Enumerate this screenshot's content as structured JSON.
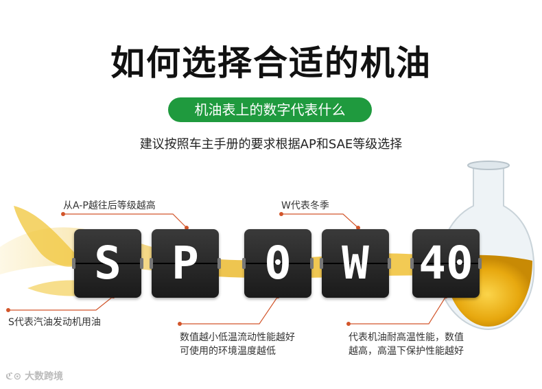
{
  "title": "如何选择合适的机油",
  "pill": "机油表上的数字代表什么",
  "subtitle": "建议按照车主手册的要求根据AP和SAE等级选择",
  "cards": [
    "S",
    "P",
    "0",
    "W",
    "40"
  ],
  "labels": {
    "api_grade": "从A-P越往后等级越高",
    "w_meaning": "W代表冬季",
    "s_meaning": "S代表汽油发动机用油",
    "low_temp_1": "数值越小低温流动性能越好",
    "low_temp_2": "可使用的环境温度越低",
    "high_temp_1": "代表机油耐高温性能，数值",
    "high_temp_2": "越高，高温下保护性能越好"
  },
  "watermark": "大数跨境",
  "colors": {
    "accent_green": "#1f9a3e",
    "oil_gold": "#e8b21a",
    "annotation_orange": "#d2552a"
  }
}
